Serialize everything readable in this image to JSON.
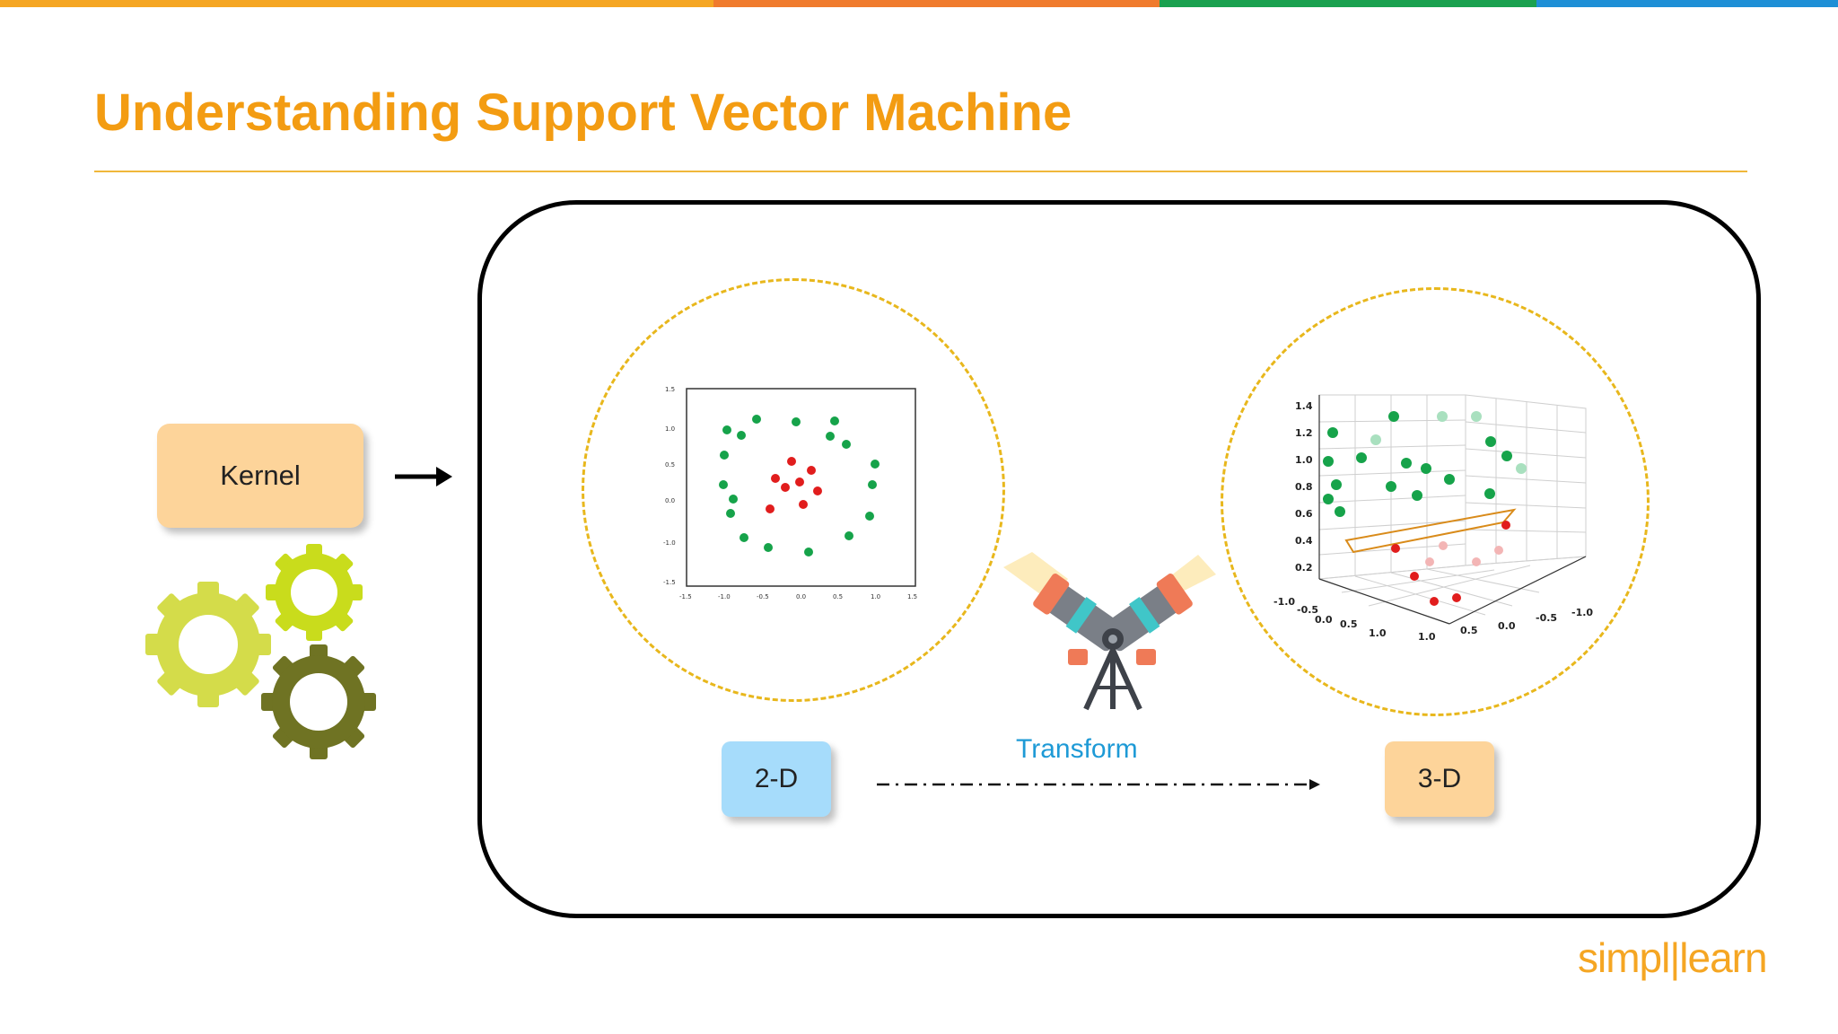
{
  "topbar_colors": [
    "#f5a623",
    "#f07b2d",
    "#1aa14f",
    "#1e8fd6"
  ],
  "slide": {
    "title": "Understanding Support Vector Machine"
  },
  "kernel": {
    "label": "Kernel"
  },
  "boxes": {
    "two_d": "2-D",
    "three_d": "3-D"
  },
  "transform": {
    "label": "Transform"
  },
  "plot2d": {
    "y_ticks": [
      "1.5",
      "1.0",
      "0.5",
      "0.0",
      "-1.0",
      "-1.5"
    ],
    "x_ticks": [
      "-1.5",
      "-1.0",
      "-0.5",
      "0.0",
      "0.5",
      "1.0",
      "1.5"
    ]
  },
  "plot3d": {
    "z_ticks": [
      "1.4",
      "1.2",
      "1.0",
      "0.8",
      "0.6",
      "0.4",
      "0.2"
    ],
    "x_ticks": [
      "-1.0",
      "-0.5",
      "0.0",
      "0.5",
      "1.0"
    ],
    "y_ticks": [
      "1.0",
      "0.5",
      "0.0",
      "-0.5",
      "-1.0"
    ]
  },
  "logo": {
    "left": "simpl",
    "right": "learn"
  },
  "colors": {
    "title": "#f39c12",
    "green_point": "#16a34a",
    "red_point": "#e11d1d",
    "dash_circle": "#e8b71c"
  }
}
